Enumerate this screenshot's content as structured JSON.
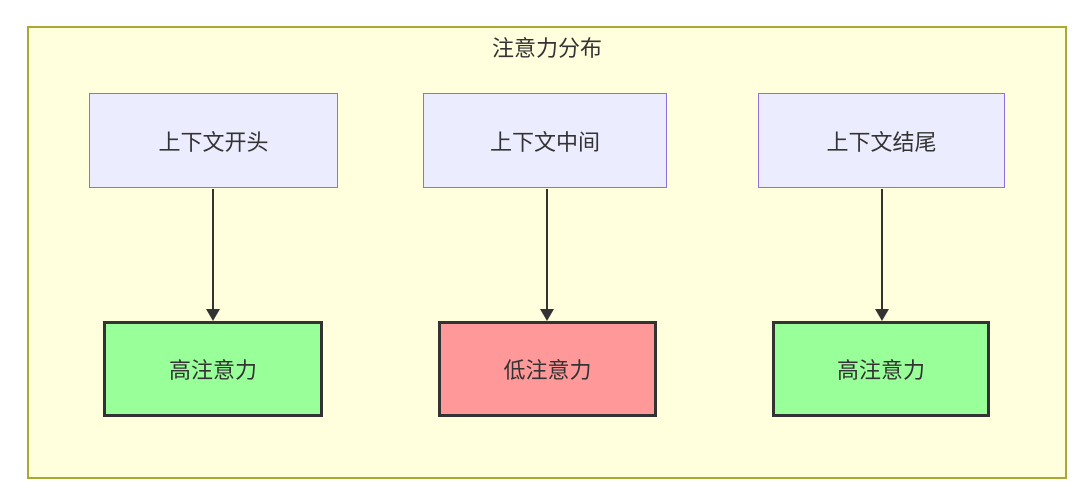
{
  "diagram": {
    "title": "注意力分布",
    "type": "flowchart",
    "colors": {
      "page_bg": "#ffffff",
      "cluster_bg": "#ffffde",
      "cluster_border": "#aaaa33",
      "context_node_bg": "#ececff",
      "context_node_border": "#9370db",
      "high_attention_bg": "#99ff99",
      "low_attention_bg": "#ff9999",
      "attention_node_border": "#333333",
      "arrow_color": "#333333",
      "text_color": "#333333"
    },
    "columns": [
      {
        "source": "上下文开头",
        "target": "高注意力",
        "level": "high"
      },
      {
        "source": "上下文中间",
        "target": "低注意力",
        "level": "low"
      },
      {
        "source": "上下文结尾",
        "target": "高注意力",
        "level": "high"
      }
    ]
  }
}
